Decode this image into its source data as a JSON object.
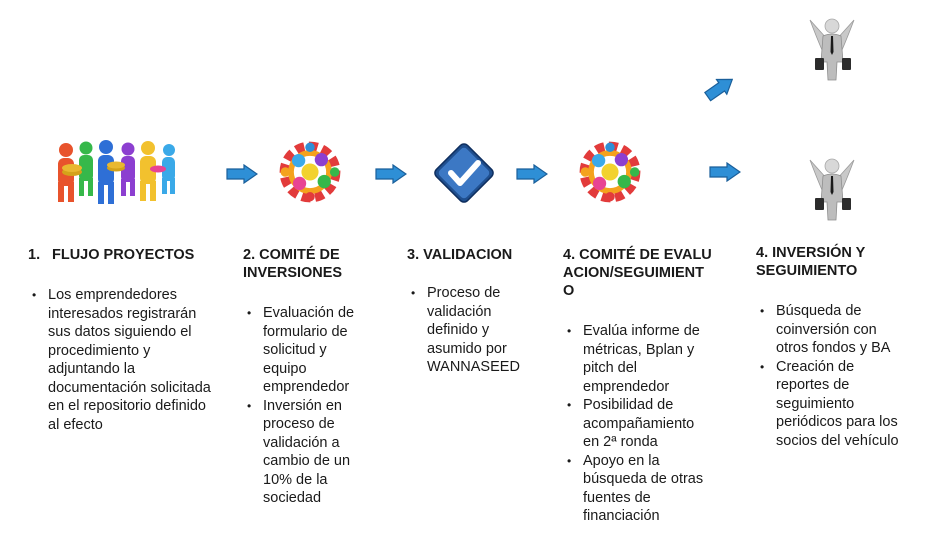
{
  "colors": {
    "arrow_fill": "#2e8fd6",
    "arrow_stroke": "#1a5f9a",
    "check_bg": "#1f4f8f"
  },
  "icons": [
    "group-of-people-icon",
    "gears-icon",
    "checkmark-icon",
    "gears-icon",
    "angel-investor-icon"
  ],
  "steps": [
    {
      "number": "1.",
      "title": "FLUJO PROYECTOS",
      "bullets": [
        "Los emprendedores interesados registrarán sus datos siguiendo el procedimiento y adjuntando la documentación solicitada en el repositorio definido al efecto"
      ]
    },
    {
      "title": "2. COMITÉ DE INVERSIONES",
      "bullets": [
        "Evaluación de formulario de solicitud y equipo emprendedor",
        "Inversión en proceso de validación a cambio de un 10% de la sociedad"
      ]
    },
    {
      "title": "3. VALIDACION",
      "bullets": [
        "Proceso de validación definido y asumido por WANNASEED"
      ]
    },
    {
      "title": "4. COMITÉ DE EVALUACION/SEGUIMIENTO",
      "bullets": [
        "Evalúa informe de métricas, Bplan y pitch del emprendedor",
        "Posibilidad de acompañamiento en 2ª ronda",
        "Apoyo en la búsqueda de otras fuentes de financiación"
      ]
    },
    {
      "title": "4. INVERSIÓN Y SEGUIMIENTO",
      "bullets": [
        "Búsqueda de coinversión con otros fondos y BA",
        "Creación de reportes de seguimiento periódicos para los socios del vehículo"
      ]
    }
  ]
}
